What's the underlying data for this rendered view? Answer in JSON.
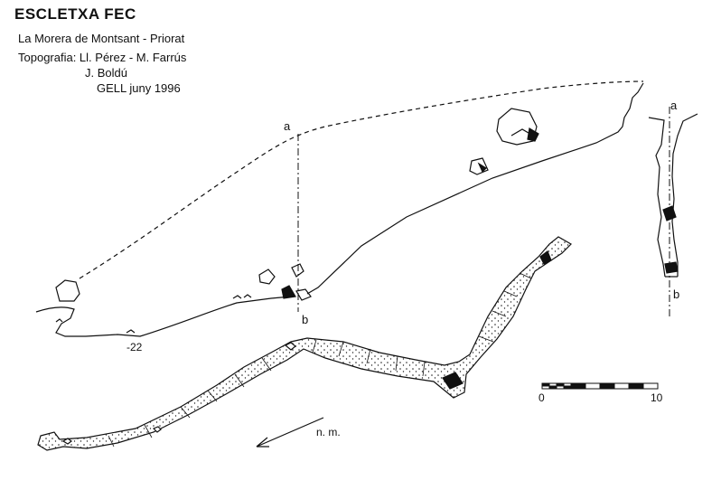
{
  "header": {
    "title": "ESCLETXA FEC",
    "location": "La Morera de Montsant - Priorat",
    "survey_line1": "Topografia: Ll. Pérez - M. Farrús",
    "survey_line2": "J. Boldú",
    "group_date": "GELL  juny 1996"
  },
  "section": {
    "marker_top": "a",
    "marker_bottom": "b",
    "depth_label": "-22"
  },
  "cross_section": {
    "marker_top": "a",
    "marker_bottom": "b"
  },
  "plan": {
    "north_label": "n. m."
  },
  "scale_bar": {
    "start_label": "0",
    "end_label": "10"
  }
}
